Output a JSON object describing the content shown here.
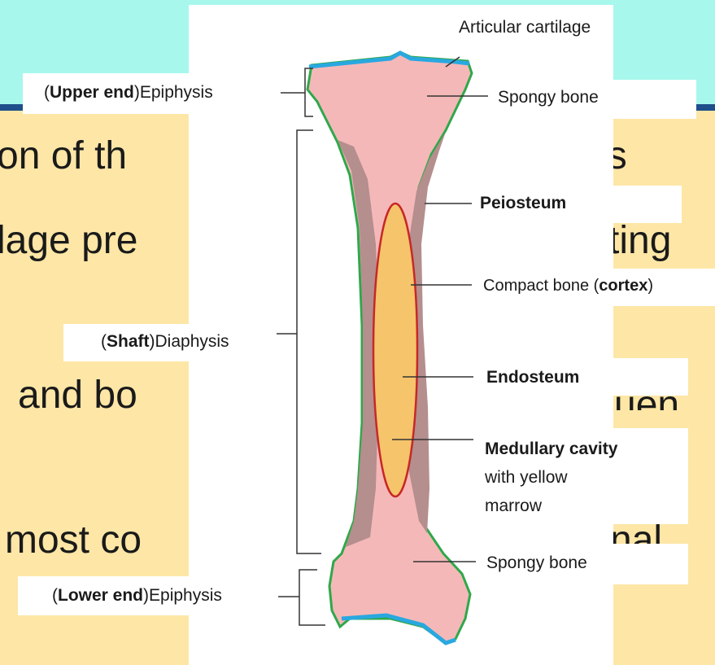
{
  "slide": {
    "lines": [
      {
        "id": "l1",
        "text": "on of th"
      },
      {
        "id": "l1b",
        "text": "es"
      },
      {
        "id": "l2",
        "text": "lage pre"
      },
      {
        "id": "l2b",
        "text": "ting"
      },
      {
        "id": "l3",
        "text": "and bo"
      },
      {
        "id": "l3b",
        "text": "uen"
      },
      {
        "id": "l4",
        "text": "most co"
      },
      {
        "id": "l4b",
        "text": "nal"
      }
    ]
  },
  "labels": {
    "articular_cartilage": "Articular cartilage",
    "upper_end_bold": "Upper end",
    "upper_end_rest": "Epiphysis",
    "spongy_bone_top": "Spongy bone",
    "periosteum": "Peiosteum",
    "compact_bone_prefix": "Compact bone (",
    "compact_bone_bold": "cortex",
    "compact_bone_suffix": ")",
    "shaft_bold": "Shaft",
    "shaft_rest": "Diaphysis",
    "endosteum": "Endosteum",
    "medullary_bold": "Medullary cavity",
    "medullary_line2": "with yellow",
    "medullary_line3": "marrow",
    "spongy_bone_bottom": "Spongy bone",
    "lower_end_bold": "Lower end",
    "lower_end_rest": "Epiphysis"
  },
  "colors": {
    "slide_background": "#fde6a6",
    "header_band": "#a7f7ec",
    "header_line": "#1f4e8a",
    "spongy_bone": "#f5b8b8",
    "compact_bone": "#b58e8e",
    "marrow": "#f6c46a",
    "periosteum_outline": "#2ea84a",
    "endosteum_outline": "#c62828",
    "cartilage": "#29a8e0"
  }
}
